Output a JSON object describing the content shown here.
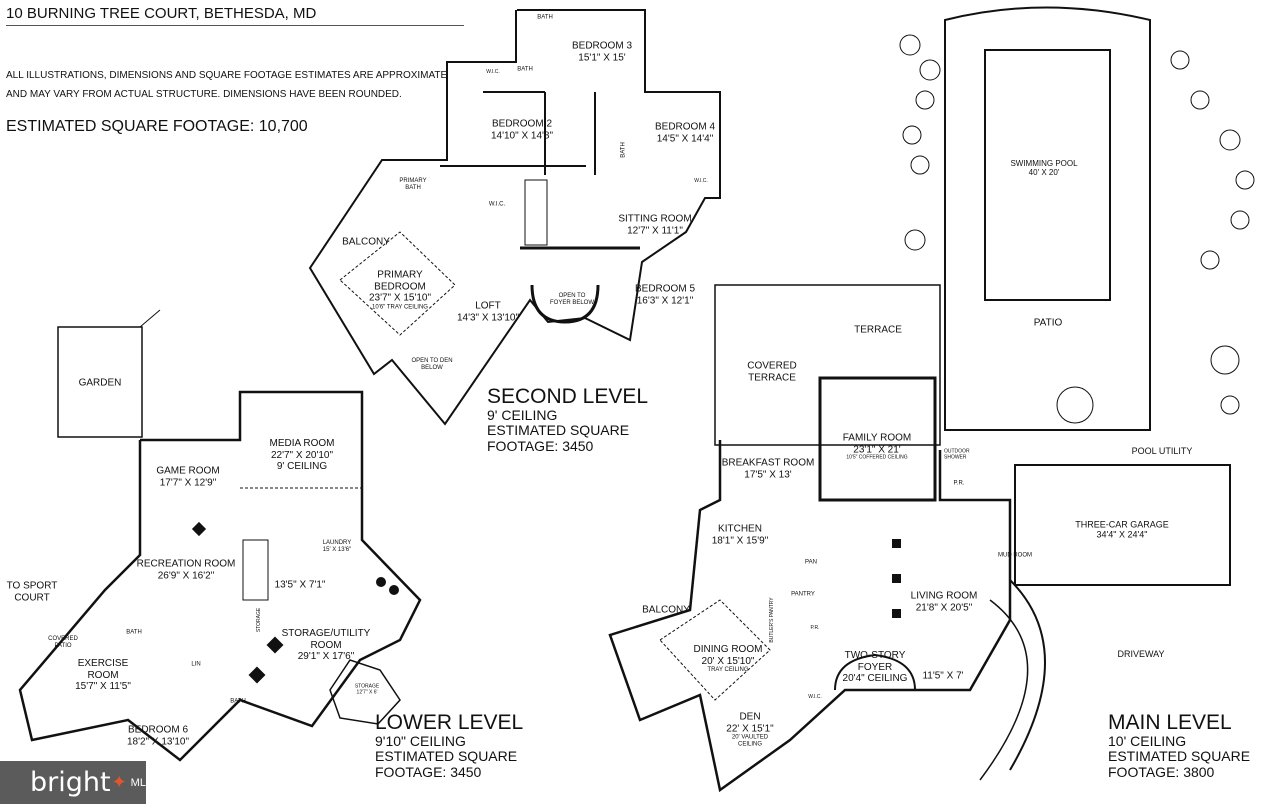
{
  "header": {
    "title": "10 BURNING TREE COURT, BETHESDA, MD",
    "disclaimer_line1": "ALL ILLUSTRATIONS, DIMENSIONS AND SQUARE FOOTAGE ESTIMATES ARE APPROXIMATE",
    "disclaimer_line2": "AND MAY VARY FROM ACTUAL STRUCTURE. DIMENSIONS HAVE BEEN ROUNDED.",
    "total_sqft": "ESTIMATED SQUARE FOOTAGE: 10,700"
  },
  "second_level": {
    "title": "SECOND LEVEL",
    "ceiling": "9' CEILING",
    "est_label": "ESTIMATED SQUARE",
    "footage": "FOOTAGE: 3450",
    "rooms": [
      {
        "name": "BATH"
      },
      {
        "name": "BEDROOM 3",
        "dims": "15'1\" X 15'"
      },
      {
        "name": "W.I.C."
      },
      {
        "name": "BATH"
      },
      {
        "name": "BEDROOM 2",
        "dims": "14'10\" X 14'8\""
      },
      {
        "name": "BEDROOM 4",
        "dims": "14'5\" X 14'4\""
      },
      {
        "name": "BATH"
      },
      {
        "name": "W.I.C."
      },
      {
        "name": "PRIMARY BATH"
      },
      {
        "name": "W.I.C."
      },
      {
        "name": "SITTING ROOM",
        "dims": "12'7\" X 11'1\""
      },
      {
        "name": "BALCONY"
      },
      {
        "name": "PRIMARY BEDROOM",
        "dims": "23'7\" X 15'10\"",
        "note": "10'6\" TRAY CEILING"
      },
      {
        "name": "BEDROOM 5",
        "dims": "16'3\" X 12'1\""
      },
      {
        "name": "OPEN TO FOYER BELOW"
      },
      {
        "name": "LOFT",
        "dims": "14'3\" X 13'10\""
      },
      {
        "name": "OPEN TO DEN BELOW"
      }
    ]
  },
  "lower_level": {
    "title": "LOWER LEVEL",
    "ceiling": "9'10\" CEILING",
    "est_label": "ESTIMATED SQUARE",
    "footage": "FOOTAGE: 3450",
    "rooms": [
      {
        "name": "GARDEN"
      },
      {
        "name": "MEDIA ROOM",
        "dims": "22'7\" X 20'10\"",
        "note": "9' CEILING"
      },
      {
        "name": "GAME ROOM",
        "dims": "17'7\" X 12'9\""
      },
      {
        "name": "RECREATION ROOM",
        "dims": "26'9\" X 16'2\""
      },
      {
        "name": "LAUNDRY",
        "dims": "15' X 13'6\""
      },
      {
        "name": "",
        "dims": "13'5\" X 7'1\""
      },
      {
        "name": "TO SPORT COURT"
      },
      {
        "name": "STORAGE"
      },
      {
        "name": "STORAGE/UTILITY ROOM",
        "dims": "29'1\" X 17'6\""
      },
      {
        "name": "COVERED PATIO"
      },
      {
        "name": "BATH"
      },
      {
        "name": "EXERCISE ROOM",
        "dims": "15'7\" X 11'5\""
      },
      {
        "name": "LIN"
      },
      {
        "name": "BATH"
      },
      {
        "name": "STORAGE",
        "dims": "12'7\" X 6'"
      },
      {
        "name": "BEDROOM 6",
        "dims": "18'2\" X 13'10\""
      }
    ]
  },
  "main_level": {
    "title": "MAIN LEVEL",
    "ceiling": "10' CEILING",
    "est_label": "ESTIMATED SQUARE",
    "footage": "FOOTAGE: 3800",
    "rooms": [
      {
        "name": "SWIMMING POOL",
        "dims": "40' X 20'"
      },
      {
        "name": "PATIO"
      },
      {
        "name": "TERRACE"
      },
      {
        "name": "COVERED TERRACE"
      },
      {
        "name": "FAMILY ROOM",
        "dims": "23'1\" X 21'",
        "note": "10'5\" COFFERED CEILING"
      },
      {
        "name": "BREAKFAST ROOM",
        "dims": "17'5\" X 13'"
      },
      {
        "name": "OUTDOOR SHOWER"
      },
      {
        "name": "P.R."
      },
      {
        "name": "POOL UTILITY"
      },
      {
        "name": "THREE-CAR GARAGE",
        "dims": "34'4\" X 24'4\""
      },
      {
        "name": "KITCHEN",
        "dims": "18'1\" X 15'9\""
      },
      {
        "name": "MUD ROOM"
      },
      {
        "name": "PAN"
      },
      {
        "name": "PANTRY"
      },
      {
        "name": "BUTLER'S PANTRY"
      },
      {
        "name": "P.R."
      },
      {
        "name": "LIVING ROOM",
        "dims": "21'8\" X 20'5\""
      },
      {
        "name": "BALCONY"
      },
      {
        "name": "DINING ROOM",
        "dims": "20' X 15'10\"",
        "note": "TRAY CEILING"
      },
      {
        "name": "TWO-STORY FOYER",
        "note": "20'4\" CEILING"
      },
      {
        "name": "",
        "dims": "11'5\" X 7'"
      },
      {
        "name": "DRIVEWAY"
      },
      {
        "name": "DEN",
        "dims": "22' X 15'1\"",
        "note": "20' VAULTED CEILING"
      },
      {
        "name": "W.I.C."
      }
    ]
  },
  "watermark": {
    "brand": "bright",
    "suffix": "MLS",
    "accent_color": "#e5552b"
  }
}
